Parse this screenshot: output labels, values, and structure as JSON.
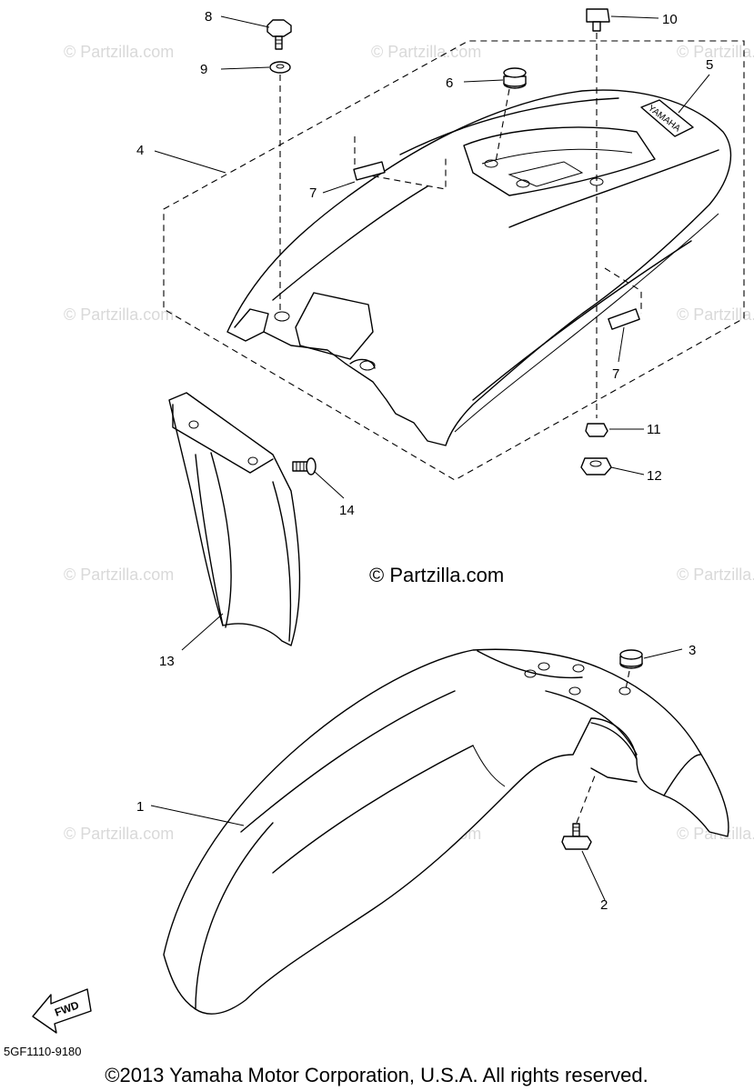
{
  "watermark_text": "© Partzilla.com",
  "center_watermark": "© Partzilla.com",
  "diagram_code": "5GF1110-9180",
  "copyright": "©2013 Yamaha Motor Corporation, U.S.A. All rights reserved.",
  "fwd_label": "FWD",
  "decal_text": "YAMAHA",
  "callouts": {
    "c1": "1",
    "c2": "2",
    "c3": "3",
    "c4": "4",
    "c5": "5",
    "c6": "6",
    "c7a": "7",
    "c7b": "7",
    "c8": "8",
    "c9": "9",
    "c10": "10",
    "c11": "11",
    "c12": "12",
    "c13": "13",
    "c14": "14"
  }
}
